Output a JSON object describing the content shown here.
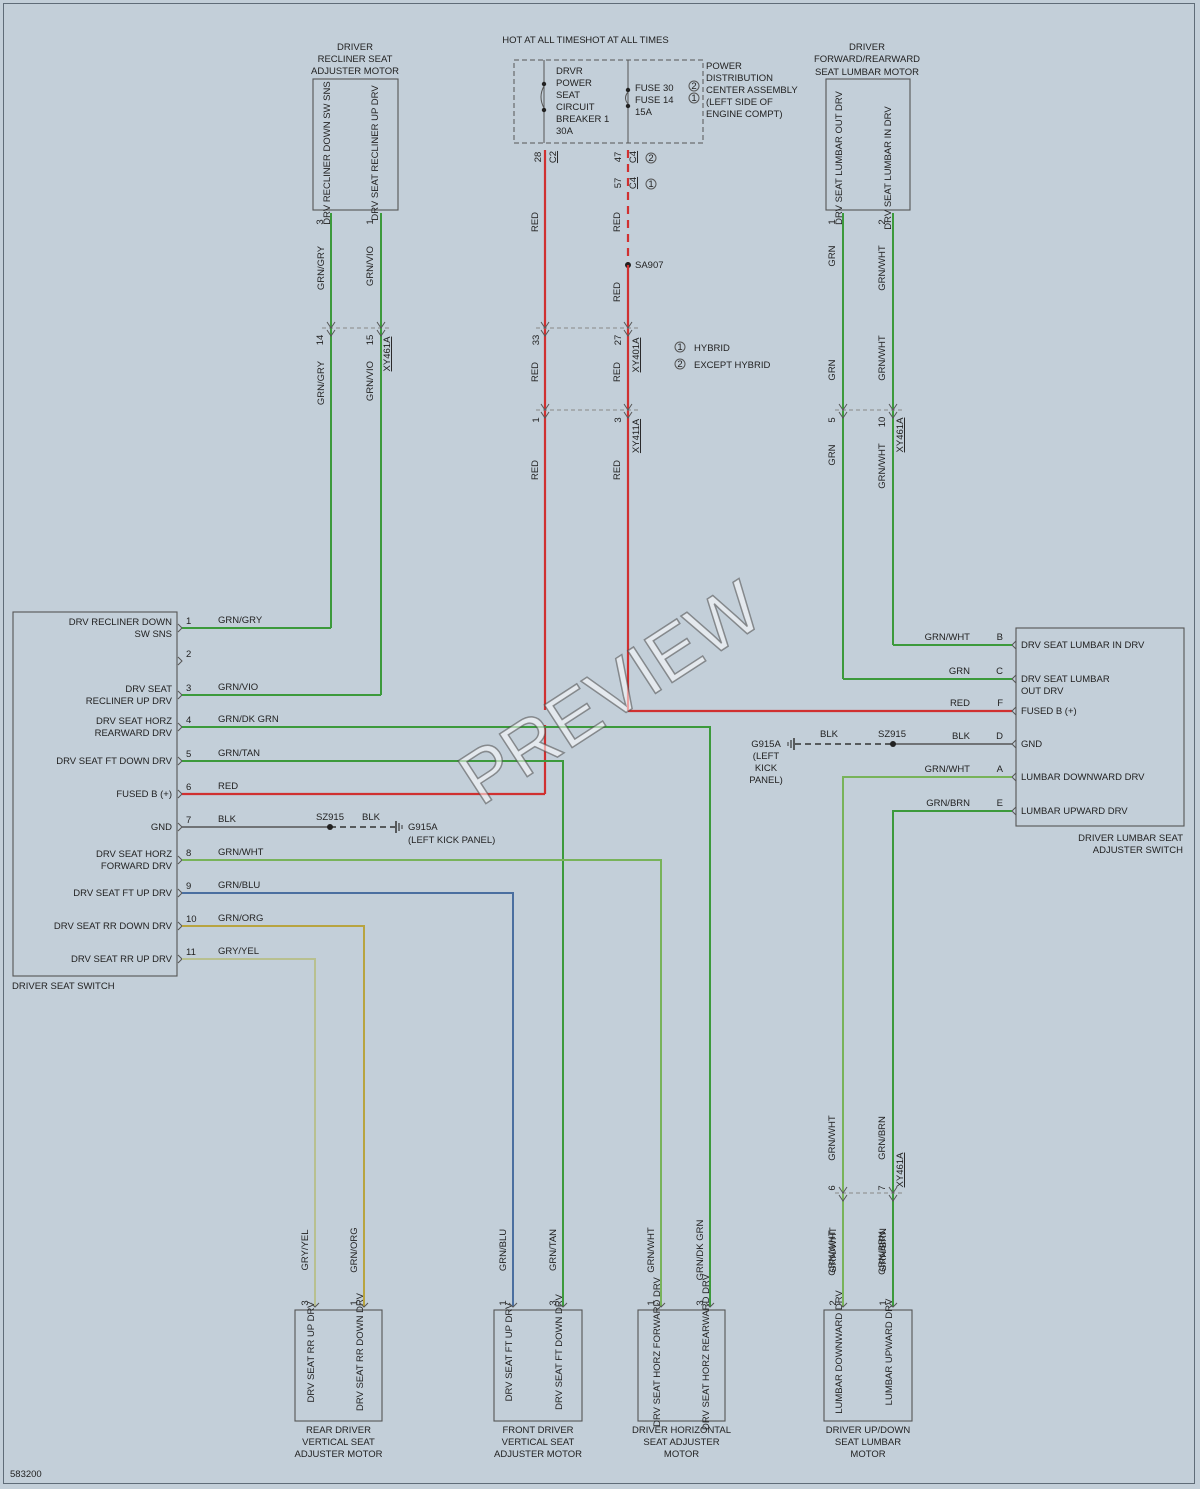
{
  "power": {
    "hot_left": "HOT AT ALL TIMES",
    "hot_right": "HOT AT ALL TIMES",
    "breaker": [
      "DRVR",
      "POWER",
      "SEAT",
      "CIRCUIT",
      "BREAKER 1",
      "30A"
    ],
    "fuse": [
      "FUSE 30",
      "FUSE 14",
      "15A"
    ],
    "pdc": [
      "POWER",
      "DISTRIBUTION",
      "CENTER ASSEMBLY",
      "(LEFT SIDE OF",
      "ENGINE COMPT)"
    ],
    "splice": "SA907",
    "circle1": "1",
    "circle2": "2",
    "pins": {
      "p28": "28",
      "c2": "C2",
      "p47": "47",
      "c4a": "C4",
      "p57": "57",
      "c4b": "C4",
      "p33": "33",
      "p27": "27",
      "p1": "1",
      "p3": "3"
    },
    "conn_401": "XY401A",
    "conn_411": "XY411A"
  },
  "legend": {
    "hybrid_num": "1",
    "hybrid": "HYBRID",
    "except_num": "2",
    "except": "EXCEPT HYBRID"
  },
  "recliner_motor": {
    "title": [
      "DRIVER",
      "RECLINER SEAT",
      "ADJUSTER MOTOR"
    ],
    "pin_left": "DRV RECLINER DOWN SW SNS",
    "pin_right": "DRV SEAT RECLINER UP DRV",
    "pins": {
      "p3": "3",
      "p1": "1",
      "p14": "14",
      "p15": "15"
    },
    "conn": "XY461A"
  },
  "lumbar_motor": {
    "title": [
      "DRIVER",
      "FORWARD/REARWARD",
      "SEAT LUMBAR MOTOR"
    ],
    "pin_left": "DRV SEAT LUMBAR OUT DRV",
    "pin_right": "DRV SEAT LUMBAR IN DRV",
    "pins": {
      "p1": "1",
      "p2": "2",
      "p5": "5",
      "p10": "10"
    },
    "conn": "XY461A"
  },
  "seat_switch": {
    "title": "DRIVER SEAT SWITCH",
    "pins": [
      {
        "num": "1",
        "label": "DRV RECLINER DOWN",
        "label2": "SW SNS",
        "wire": "GRN/GRY"
      },
      {
        "num": "2",
        "label": "",
        "label2": "",
        "wire": ""
      },
      {
        "num": "3",
        "label": "DRV SEAT",
        "label2": "RECLINER UP DRV",
        "wire": "GRN/VIO"
      },
      {
        "num": "4",
        "label": "DRV SEAT HORZ",
        "label2": "REARWARD DRV",
        "wire": "GRN/DK GRN"
      },
      {
        "num": "5",
        "label": "DRV SEAT FT DOWN DRV",
        "label2": "",
        "wire": "GRN/TAN"
      },
      {
        "num": "6",
        "label": "FUSED B (+)",
        "label2": "",
        "wire": "RED"
      },
      {
        "num": "7",
        "label": "GND",
        "label2": "",
        "wire": "BLK"
      },
      {
        "num": "8",
        "label": "DRV SEAT HORZ",
        "label2": "FORWARD DRV",
        "wire": "GRN/WHT"
      },
      {
        "num": "9",
        "label": "DRV SEAT FT UP DRV",
        "label2": "",
        "wire": "GRN/BLU"
      },
      {
        "num": "10",
        "label": "DRV SEAT RR DOWN DRV",
        "label2": "",
        "wire": "GRN/ORG"
      },
      {
        "num": "11",
        "label": "DRV SEAT RR UP DRV",
        "label2": "",
        "wire": "GRY/YEL"
      }
    ],
    "gnd_splice": "SZ915",
    "gnd_wire2": "BLK",
    "gnd_name": "G915A",
    "gnd_loc": "(LEFT KICK PANEL)"
  },
  "lumbar_switch": {
    "title": [
      "DRIVER LUMBAR SEAT",
      "ADJUSTER SWITCH"
    ],
    "pins": [
      {
        "letter": "B",
        "label": "DRV SEAT LUMBAR IN DRV",
        "label2": "",
        "wire": "GRN/WHT"
      },
      {
        "letter": "C",
        "label": "DRV SEAT LUMBAR",
        "label2": "OUT DRV",
        "wire": "GRN"
      },
      {
        "letter": "F",
        "label": "FUSED B (+)",
        "label2": "",
        "wire": "RED"
      },
      {
        "letter": "D",
        "label": "GND",
        "label2": "",
        "wire": "BLK"
      },
      {
        "letter": "A",
        "label": "LUMBAR DOWNWARD DRV",
        "label2": "",
        "wire": "GRN/WHT"
      },
      {
        "letter": "E",
        "label": "LUMBAR UPWARD DRV",
        "label2": "",
        "wire": "GRN/BRN"
      }
    ],
    "gnd_splice": "SZ915",
    "gnd_wire2": "BLK",
    "gnd_name": [
      "G915A",
      "(LEFT",
      "KICK",
      "PANEL)"
    ]
  },
  "bottom_motors": [
    {
      "title": [
        "REAR DRIVER",
        "VERTICAL SEAT",
        "ADJUSTER MOTOR"
      ],
      "left": "DRV SEAT RR UP DRV",
      "right": "DRV SEAT RR DOWN DRV",
      "lpin": "3",
      "rpin": "1",
      "lwire": "GRY/YEL",
      "rwire": "GRN/ORG"
    },
    {
      "title": [
        "FRONT DRIVER",
        "VERTICAL SEAT",
        "ADJUSTER MOTOR"
      ],
      "left": "DRV SEAT FT UP DRV",
      "right": "DRV SEAT FT DOWN DRV",
      "lpin": "1",
      "rpin": "3",
      "lwire": "GRN/BLU",
      "rwire": "GRN/TAN"
    },
    {
      "title": [
        "DRIVER HORIZONTAL",
        "SEAT ADJUSTER",
        "MOTOR"
      ],
      "left": "DRV SEAT HORZ FORWARD DRV",
      "right": "DRV SEAT HORZ REARWARD DRV",
      "lpin": "1",
      "rpin": "3",
      "lwire": "GRN/WHT",
      "rwire": "GRN/DK GRN"
    },
    {
      "title": [
        "DRIVER UP/DOWN",
        "SEAT LUMBAR",
        "MOTOR"
      ],
      "left": "LUMBAR DOWNWARD DRV",
      "right": "LUMBAR UPWARD DRV",
      "lpin": "2",
      "rpin": "1",
      "lwire": "GRN/WHT",
      "rwire": "GRN/BRN"
    }
  ],
  "vertical_wires": {
    "rec_upper_l": "GRN/GRY",
    "rec_upper_r": "GRN/VIO",
    "rec_lower_l": "GRN/GRY",
    "rec_lower_r": "GRN/VIO",
    "red_a1": "RED",
    "red_b1": "RED",
    "red_a2": "RED",
    "red_b2": "RED",
    "red_a3": "RED",
    "red_b3": "RED",
    "lum_a1": "GRN",
    "lum_b1": "GRN/WHT",
    "lum_a2": "GRN",
    "lum_b2": "GRN/WHT",
    "lum_a3": "GRN",
    "lum_b3": "GRN/WHT",
    "ud_a1": "GRN/WHT",
    "ud_b1": "GRN/BRN",
    "ud_a2": "GRN/WHT",
    "ud_b2": "GRN/BRN",
    "ud_p6": "6",
    "ud_p7": "7",
    "ud_conn": "XY461A"
  },
  "diagram_id": "583200",
  "watermark": "PREVIEW"
}
